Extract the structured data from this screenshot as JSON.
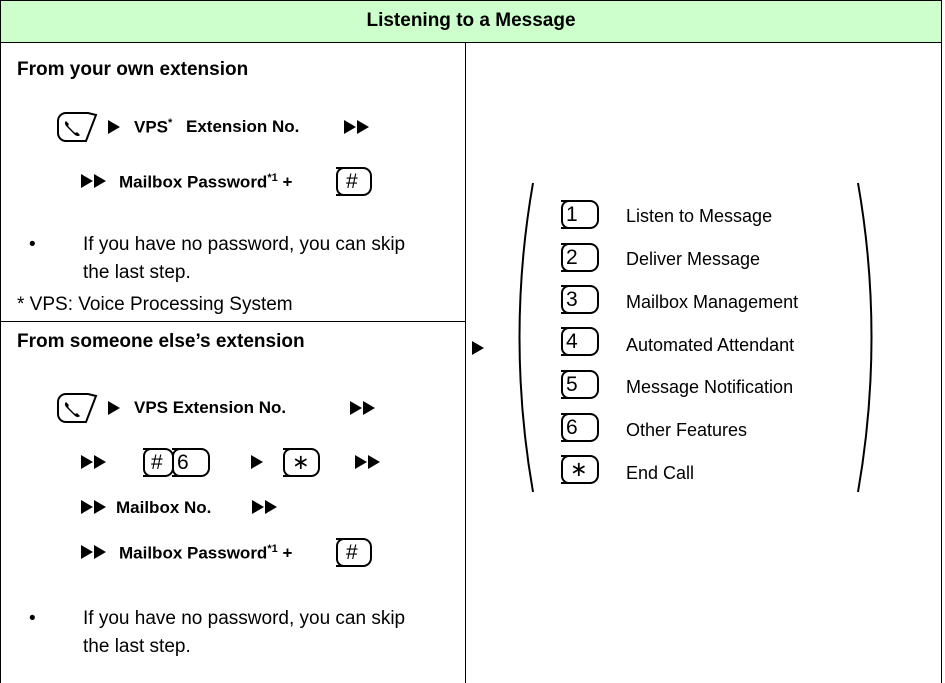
{
  "header": {
    "title": "Listening to a Message"
  },
  "own": {
    "title": "From your own extension",
    "vps_label": "VPS",
    "vps_sup": "*",
    "ext_label": "Extension No.",
    "password_label": "Mailbox Password",
    "password_sup": "*1",
    "plus": "+",
    "hash_key": "#",
    "note_bullet": "•",
    "note_line1": "If you have no password, you can skip",
    "note_line2": "the last step.",
    "footnote": "* VPS: Voice Processing System"
  },
  "else": {
    "title": "From someone else’s extension",
    "vps_ext_label": "VPS Extension No.",
    "hash_key": "#",
    "six_key": "6",
    "star_key": "∗",
    "mailbox_no_label": "Mailbox No.",
    "password_label": "Mailbox Password",
    "password_sup": "*1",
    "plus": "+",
    "hash_key2": "#",
    "note_bullet": "•",
    "note_line1": "If you have no password, you can skip",
    "note_line2": "the last step."
  },
  "menu": {
    "items": [
      {
        "key": "1",
        "label": "Listen to Message"
      },
      {
        "key": "2",
        "label": "Deliver Message"
      },
      {
        "key": "3",
        "label": "Mailbox Management"
      },
      {
        "key": "4",
        "label": "Automated Attendant"
      },
      {
        "key": "5",
        "label": "Message Notification"
      },
      {
        "key": "6",
        "label": "Other Features"
      },
      {
        "key": "∗",
        "label": "End Call"
      }
    ]
  },
  "icons": {
    "phone": "off-hook-handset-icon",
    "arrow": "next-step-arrow-icon",
    "double_arrow": "continue-double-arrow-icon"
  }
}
